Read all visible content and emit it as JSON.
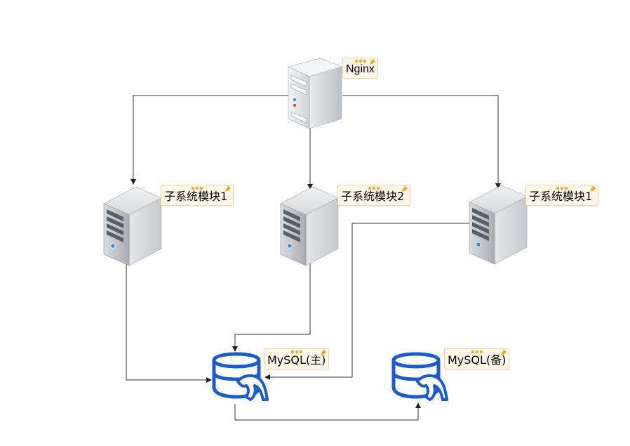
{
  "diagram": {
    "nodes": {
      "nginx": {
        "label": "Nginx",
        "kind": "server"
      },
      "module_left": {
        "label": "子系统模块1",
        "kind": "server"
      },
      "module_center": {
        "label": "子系统模块2",
        "kind": "server"
      },
      "module_right": {
        "label": "子系统模块1",
        "kind": "server"
      },
      "mysql_primary": {
        "label": "MySQL(主)",
        "kind": "database"
      },
      "mysql_backup": {
        "label": "MySQL(备)",
        "kind": "database"
      }
    },
    "edges": [
      {
        "from": "nginx",
        "to": "module_left",
        "arrow": true
      },
      {
        "from": "nginx",
        "to": "module_center",
        "arrow": true
      },
      {
        "from": "nginx",
        "to": "module_right",
        "arrow": true
      },
      {
        "from": "module_left",
        "to": "mysql_primary",
        "arrow": true
      },
      {
        "from": "module_center",
        "to": "mysql_primary",
        "arrow": true
      },
      {
        "from": "module_right",
        "to": "mysql_primary",
        "arrow": true
      },
      {
        "from": "mysql_primary",
        "to": "mysql_backup",
        "arrow": true
      }
    ],
    "colors": {
      "line": "#333333",
      "database_blue": "#1a5cc9",
      "label_bg": "#fff6ea",
      "label_border": "#f3d4ad",
      "label_dots": "#f3a21e"
    },
    "icons": {
      "server": "server-tower-icon",
      "database": "mysql-database-icon",
      "label_menu": "more-dots-icon",
      "label_pin": "pin-icon"
    }
  }
}
